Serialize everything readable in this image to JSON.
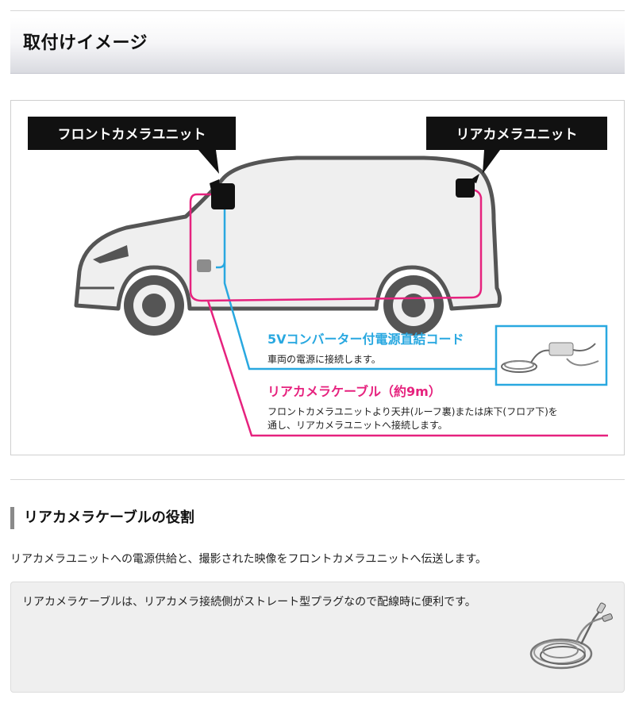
{
  "header": {
    "title": "取付けイメージ"
  },
  "diagram": {
    "front_unit_label": "フロントカメラユニット",
    "rear_unit_label": "リアカメラユニット",
    "converter_title": "5Vコンバーター付電源直結コード",
    "converter_desc": "車両の電源に接続します。",
    "rear_cable_title": "リアカメラケーブル（約9m）",
    "rear_cable_desc_1": "フロントカメラユニットより天井(ルーフ裏)または床下(フロア下)を",
    "rear_cable_desc_2": "通し、リアカメラユニットへ接続します。",
    "colors": {
      "blue": "#29a8e0",
      "pink": "#e6227e",
      "car_fill": "#efefef",
      "car_stroke": "#555555"
    }
  },
  "rear_cable_section": {
    "heading": "リアカメラケーブルの役割",
    "description": "リアカメラユニットへの電源供給と、撮影された映像をフロントカメラユニットへ伝送します。",
    "note": "リアカメラケーブルは、リアカメラ接続側がストレート型プラグなので配線時に便利です。"
  }
}
